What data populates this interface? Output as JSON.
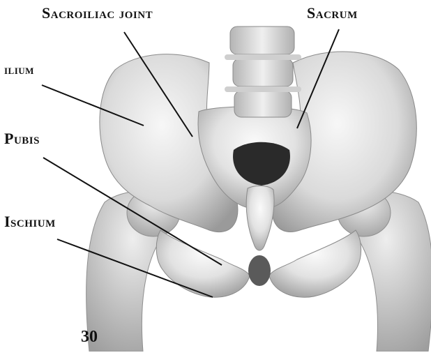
{
  "labels": {
    "sacroiliac_joint": "Sacroiliac joint",
    "sacrum": "Sacrum",
    "ilium": "ilium",
    "pubis": "Pubis",
    "ischium": "Ischium"
  },
  "page_number": "30",
  "colors": {
    "bone_light": "#f2f2f2",
    "bone_mid": "#d6d6d6",
    "bone_shadow": "#9c9c9c",
    "cavity": "#2a2a2a",
    "leader_line": "#111111"
  },
  "image": {
    "description_icon": "pelvis-anatomy-illustration"
  }
}
